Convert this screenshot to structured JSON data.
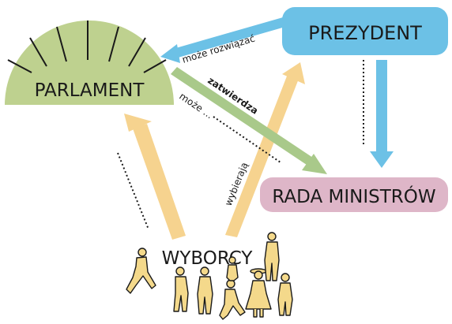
{
  "diagram": {
    "nodes": {
      "parlament": {
        "label": "PARLAMENT",
        "color": "#bed18f"
      },
      "prezydent": {
        "label": "PREZYDENT",
        "color": "#6cc1e6"
      },
      "rada": {
        "label": "RADA MINISTRÓW",
        "color": "#deb6c8"
      },
      "wyborcy": {
        "label": "WYBORCY",
        "figure_color": "#f4d98b"
      }
    },
    "edges": {
      "prezydent_parlament": {
        "label": "może rozwiązać",
        "color": "#6cc1e6"
      },
      "parlament_rada": {
        "label": "zatwierdza",
        "color": "#a9c98a"
      },
      "parlament_rada_dotted": {
        "label": "może ..."
      },
      "wyborcy_prezydent": {
        "label": "wybierają",
        "color": "#f6d38f"
      },
      "wyborcy_parlament": {
        "color": "#f6d38f"
      },
      "prezydent_rada": {
        "color": "#6cc1e6"
      }
    }
  }
}
